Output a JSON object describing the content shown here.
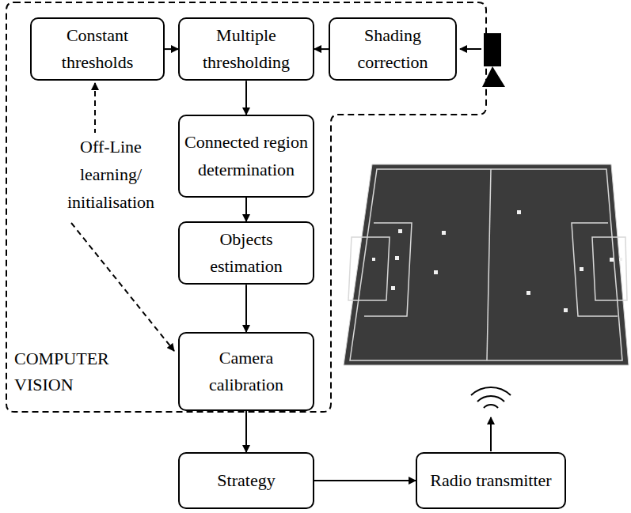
{
  "diagram": {
    "nodes": [
      {
        "text": [
          "COMPUTER VISION"
        ]
      },
      {
        "text": [
          "Constant thresholds"
        ],
        "in": 0
      },
      {
        "text": [
          "Multiple thresholding"
        ],
        "in": 0
      },
      {
        "text": [
          "Shading correction"
        ],
        "in": 0
      },
      {
        "text": [
          "Connected region determination"
        ],
        "in": 0
      },
      {
        "text": [
          "Objects estimation"
        ],
        "in": 0
      },
      {
        "text": [
          "Camera calibration"
        ],
        "in": 0
      },
      {
        "text": [
          "Strategy"
        ]
      },
      {
        "text": [
          "Radio transmitter"
        ]
      }
    ],
    "edges": [
      {
        "from": 1,
        "to": 2,
        "arrow": "to"
      },
      {
        "from": 3,
        "to": 2,
        "arrow": "to"
      },
      {
        "from": 2,
        "to": 4,
        "arrow": "to"
      },
      {
        "from": 4,
        "to": 5,
        "arrow": "to"
      },
      {
        "from": 5,
        "to": 6,
        "arrow": "to"
      },
      {
        "from": 6,
        "to": 7,
        "arrow": "to"
      },
      {
        "from": 7,
        "to": 8,
        "arrow": "to"
      }
    ],
    "labels": [
      "Off-Line learning/ initialisation"
    ]
  }
}
